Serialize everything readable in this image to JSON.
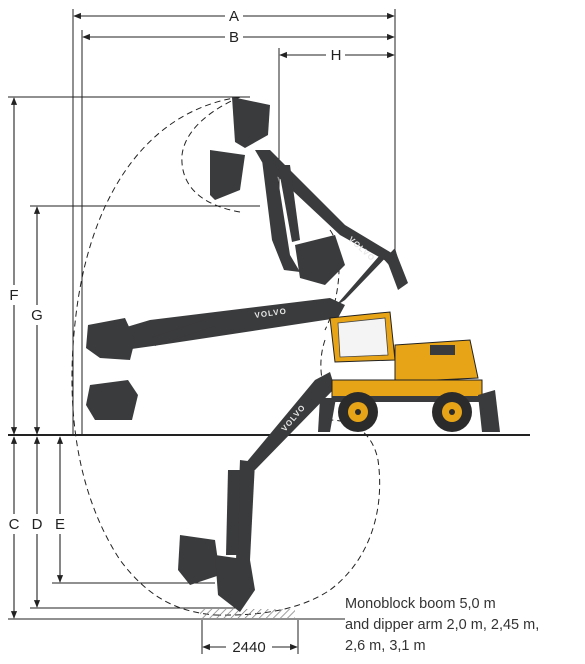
{
  "dimensions": {
    "A": "A",
    "B": "B",
    "H": "H",
    "F": "F",
    "G": "G",
    "C": "C",
    "D": "D",
    "E": "E"
  },
  "track_width_label": "2440",
  "brand_text": "VOLVO",
  "caption_lines": [
    "Monoblock boom 5,0 m",
    "and dipper arm 2,0 m, 2,45 m,",
    "2,6 m, 3,1 m"
  ],
  "colors": {
    "body": "#e8a417",
    "arm": "#3a3b3d",
    "line": "#222222",
    "ground_hatch": "#6b6b6b"
  }
}
